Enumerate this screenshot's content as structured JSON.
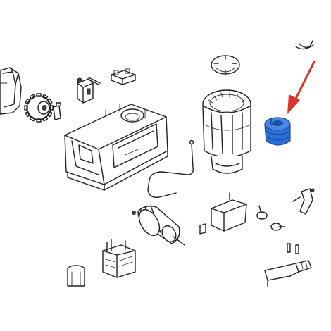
{
  "diagram": {
    "kind": "exploded-parts-view",
    "highlight_color": "#2e6fd6",
    "highlight_dark": "#1b4fa8",
    "arrow_color": "#d9362b",
    "line_color": "#222222",
    "background": "#ffffff",
    "highlighted_part": "blue-bushing",
    "parts": [
      "top-cap-partial",
      "bracket-left",
      "pinion-gear",
      "small-clip",
      "screw-with-bracket",
      "terminal-block",
      "gearbox-housing",
      "gasket-cable",
      "cross-plate",
      "motor-stator",
      "blue-bushing",
      "rotor-gear",
      "transformer",
      "sleeve",
      "cover-plate",
      "small-screws",
      "end-stop",
      "pins",
      "release-lever"
    ]
  }
}
